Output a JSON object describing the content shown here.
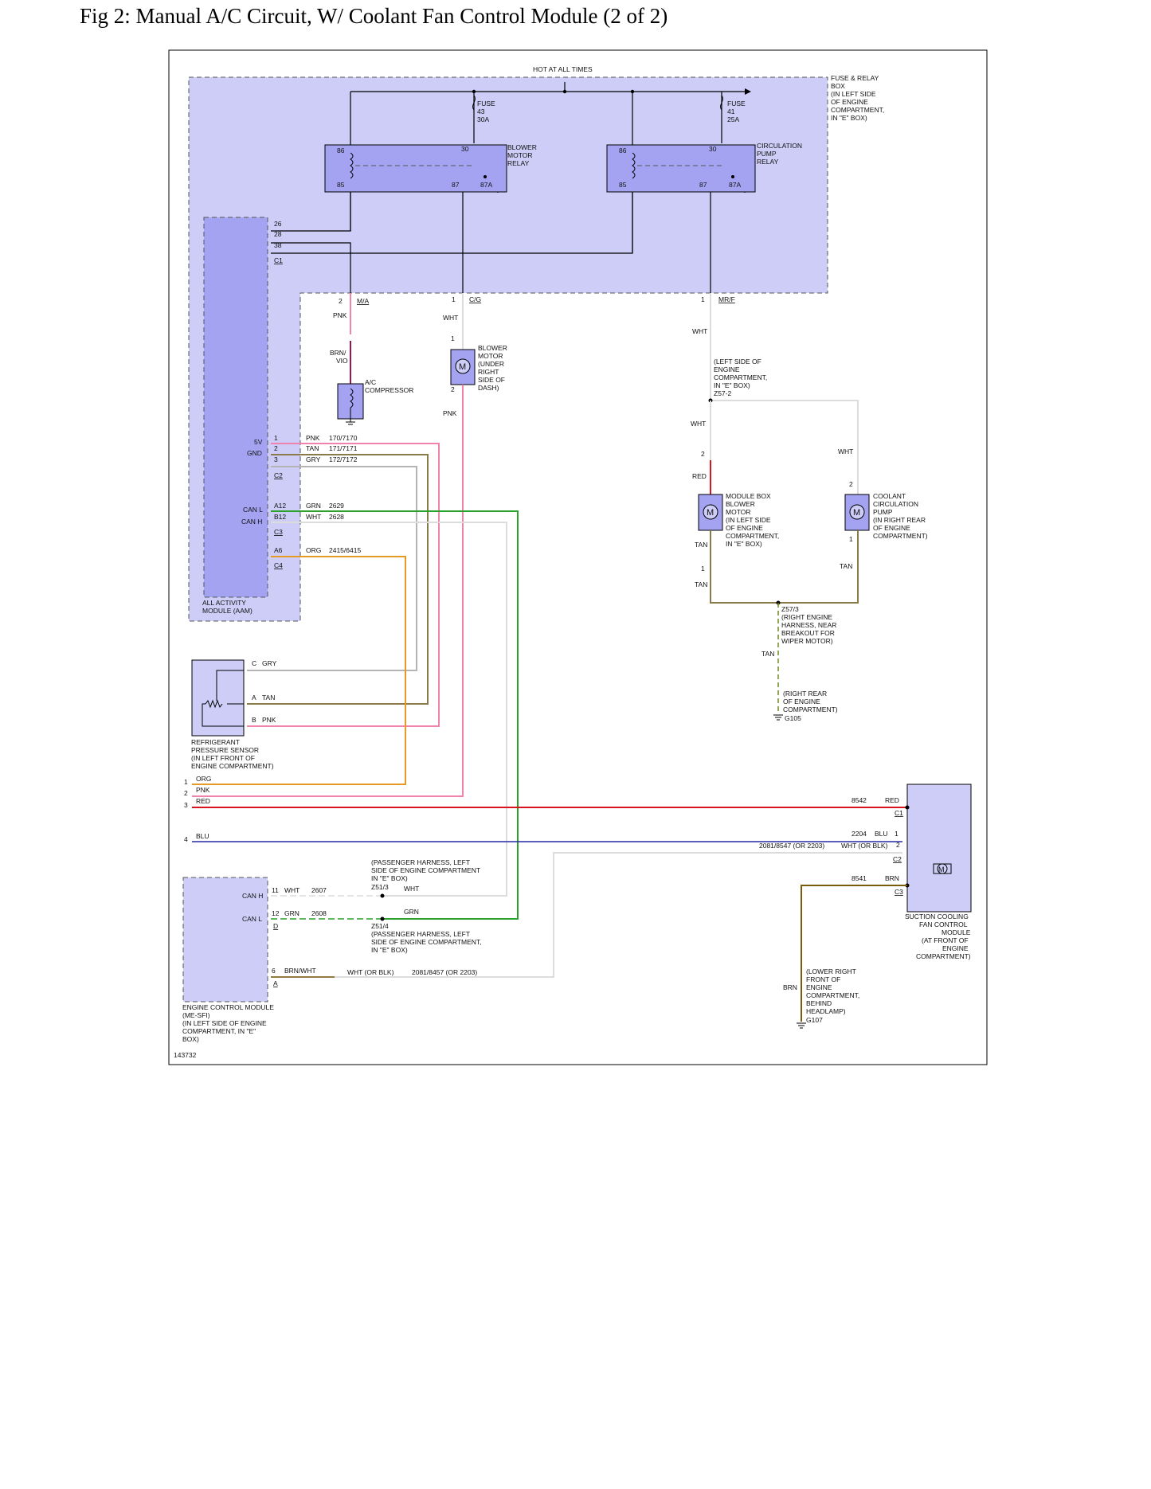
{
  "title": "Fig 2: Manual A/C Circuit, W/ Coolant Fan Control Module (2 of 2)",
  "figure_id": "143732",
  "colors": {
    "module_fill": "#cdcdf7",
    "module_fill_dark": "#a3a3f2",
    "wire_pink": "#ef83ad",
    "wire_tan": "#8a7a4a",
    "wire_gray": "#b4b4b4",
    "wire_green": "#29a12a",
    "wire_white": "#dcdcdc",
    "wire_orange": "#e59a23",
    "wire_red": "#d8141c",
    "wire_blue": "#262aa3",
    "wire_brown": "#7a5a0c",
    "wire_brn_vio": "#9a1450",
    "wire_black": "#000000"
  },
  "fuse_box": {
    "hot_label": "HOT AT ALL TIMES",
    "name": [
      "FUSE & RELAY",
      "BOX",
      "(IN LEFT SIDE",
      "OF ENGINE",
      "COMPARTMENT,",
      "IN \"E\" BOX)"
    ],
    "fuse_43": [
      "FUSE",
      "43",
      "30A"
    ],
    "fuse_41": [
      "FUSE",
      "41",
      "25A"
    ],
    "blower_relay": {
      "name": [
        "BLOWER",
        "MOTOR",
        "RELAY"
      ],
      "pins": [
        "86",
        "30",
        "85",
        "87",
        "87A"
      ]
    },
    "pump_relay": {
      "name": [
        "CIRCULATION",
        "PUMP",
        "RELAY"
      ],
      "pins": [
        "86",
        "30",
        "85",
        "87",
        "87A"
      ]
    },
    "conn_ma": {
      "pin": "2",
      "name": "M/A"
    },
    "conn_cg": {
      "pin": "1",
      "name": "C/G"
    },
    "conn_mrf": {
      "pin": "1",
      "name": "MR/F"
    }
  },
  "aam": {
    "name": [
      "ALL ACTIVITY",
      "MODULE (AAM)"
    ],
    "c1_pins": [
      "26",
      "28",
      "38"
    ],
    "c1": "C1",
    "c2_pins": [
      "1",
      "2",
      "3"
    ],
    "c2_labels": [
      "5V",
      "GND"
    ],
    "c2": "C2",
    "c2_wires": [
      {
        "color": "PNK",
        "circuit": "170/7170"
      },
      {
        "color": "TAN",
        "circuit": "171/7171"
      },
      {
        "color": "GRY",
        "circuit": "172/7172"
      }
    ],
    "c3_pins": [
      "A12",
      "B12"
    ],
    "c3_labels": [
      "CAN L",
      "CAN H"
    ],
    "c3": "C3",
    "c3_wires": [
      {
        "color": "GRN",
        "circuit": "2629"
      },
      {
        "color": "WHT",
        "circuit": "2628"
      }
    ],
    "c4_pin": "A6",
    "c4": "C4",
    "c4_wire": {
      "color": "ORG",
      "circuit": "2415/6415"
    }
  },
  "ac_compressor": {
    "name": [
      "A/C",
      "COMPRESSOR"
    ],
    "wire_top": "PNK",
    "wire_bottom": [
      "BRN/",
      "VIO"
    ]
  },
  "blower_motor": {
    "name": [
      "BLOWER",
      "MOTOR",
      "(UNDER",
      "RIGHT",
      "SIDE OF",
      "DASH)"
    ],
    "pin_top": "1",
    "pin_bottom": "2",
    "wire_top": "WHT",
    "wire_bottom": "PNK",
    "symbol": "M"
  },
  "splice_z572": {
    "name": [
      "(LEFT SIDE OF",
      "ENGINE",
      "COMPARTMENT,",
      "IN \"E\" BOX)",
      "Z57-2"
    ],
    "wire_in": "WHT",
    "wire_down": "WHT",
    "wire_right": "WHT"
  },
  "module_box_blower": {
    "name": [
      "MODULE BOX",
      "BLOWER",
      "MOTOR",
      "(IN LEFT SIDE",
      "OF ENGINE",
      "COMPARTMENT,",
      "IN \"E\" BOX)"
    ],
    "pin_top": "2",
    "pin_bottom": "1",
    "wire_top": "RED",
    "wire_mid": "TAN",
    "wire_bottom": "TAN",
    "symbol": "M"
  },
  "coolant_pump": {
    "name": [
      "COOLANT",
      "CIRCULATION",
      "PUMP",
      "(IN RIGHT REAR",
      "OF ENGINE",
      "COMPARTMENT)"
    ],
    "pin_top": "2",
    "pin_bottom": "1",
    "wire_bottom": "TAN",
    "symbol": "M"
  },
  "splice_z573": {
    "name": [
      "Z57/3",
      "(RIGHT ENGINE",
      "HARNESS, NEAR",
      "BREAKOUT FOR",
      "WIPER MOTOR)"
    ],
    "wire": "TAN"
  },
  "ground_g105": {
    "name": [
      "(RIGHT REAR",
      "OF ENGINE",
      "COMPARTMENT)"
    ],
    "id": "G105"
  },
  "pressure_sensor": {
    "name": [
      "REFRIGERANT",
      "PRESSURE SENSOR",
      "(IN LEFT FRONT OF",
      "ENGINE COMPARTMENT)"
    ],
    "pins": [
      {
        "pin": "C",
        "color": "GRY"
      },
      {
        "pin": "A",
        "color": "TAN"
      },
      {
        "pin": "B",
        "color": "PNK"
      }
    ]
  },
  "continuation": [
    {
      "num": "1",
      "color": "ORG"
    },
    {
      "num": "2",
      "color": "PNK"
    },
    {
      "num": "3",
      "color": "RED"
    },
    {
      "num": "4",
      "color": "BLU"
    }
  ],
  "fan_control": {
    "name": [
      "SUCTION COOLING",
      "FAN CONTROL",
      "MODULE",
      "(AT FRONT OF",
      "ENGINE",
      "COMPARTMENT)"
    ],
    "symbol": "M",
    "c1": {
      "circuit": "8542",
      "color": "RED",
      "conn": "C1"
    },
    "c2": {
      "circuit": "2204",
      "color": "BLU",
      "pins": [
        "1",
        "2"
      ],
      "conn": "C2",
      "circuit2": "2081/8547 (OR 2203)",
      "color2": "WHT (OR BLK)"
    },
    "c3": {
      "circuit": "8541",
      "color": "BRN",
      "conn": "C3"
    }
  },
  "ground_g107": {
    "wire": "BRN",
    "name": [
      "(LOWER RIGHT",
      "FRONT OF",
      "ENGINE",
      "COMPARTMENT,",
      "BEHIND",
      "HEADLAMP)"
    ],
    "id": "G107"
  },
  "splice_z513": {
    "name": [
      "(PASSENGER HARNESS, LEFT",
      "SIDE OF ENGINE COMPARTMENT",
      "IN \"E\" BOX)",
      "Z51/3"
    ],
    "wire": "WHT"
  },
  "splice_z514": {
    "name": [
      "Z51/4",
      "(PASSENGER HARNESS, LEFT",
      "SIDE OF ENGINE COMPARTMENT,",
      "IN \"E\" BOX)"
    ],
    "wire": "GRN"
  },
  "ecm": {
    "name": [
      "ENGINE CONTROL MODULE",
      "(ME-SFI)",
      "(IN LEFT SIDE OF ENGINE",
      "COMPARTMENT, IN \"E\"",
      "BOX)"
    ],
    "can_h": {
      "label": "CAN H",
      "pin": "11",
      "color": "WHT",
      "circuit": "2607"
    },
    "can_l": {
      "label": "CAN L",
      "pin": "12",
      "color": "GRN",
      "circuit": "2608"
    },
    "conn_d": "D",
    "pin6": {
      "pin": "6",
      "color": "BRN/WHT",
      "color2": "WHT (OR BLK)",
      "circuit": "2081/8457 (OR 2203)"
    },
    "conn_a": "A"
  }
}
